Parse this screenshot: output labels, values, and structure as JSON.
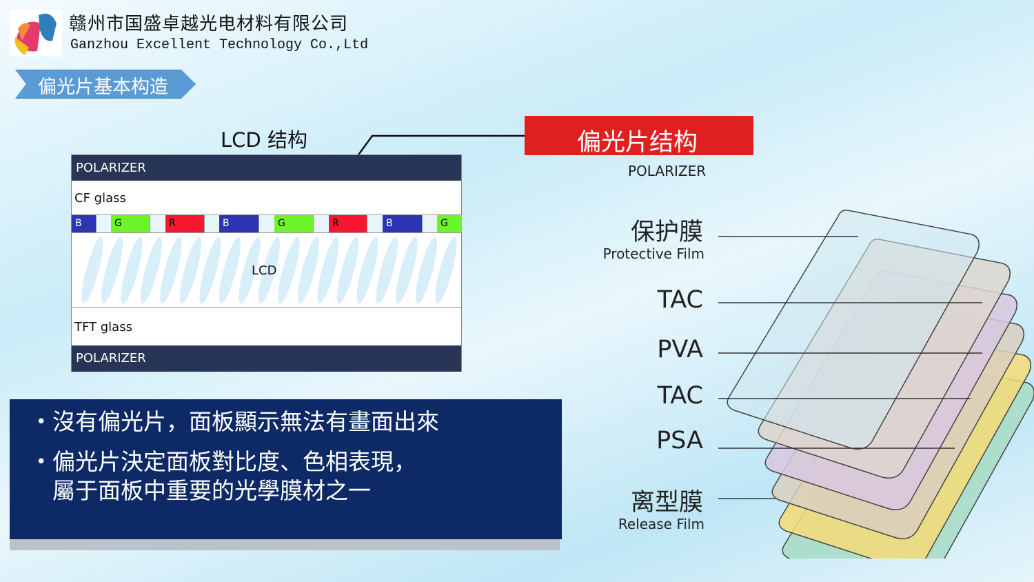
{
  "header": {
    "company_cn": "赣州市国盛卓越光电材料有限公司",
    "company_en": "Ganzhou Excellent Technology Co.,Ltd",
    "section": "偏光片基本构造"
  },
  "lcd": {
    "title": "LCD 结构",
    "top_polarizer": "POLARIZER",
    "cf_glass": "CF glass",
    "filters": [
      "B",
      "G",
      "R",
      "B",
      "G",
      "R",
      "B",
      "G"
    ],
    "lcd_label": "LCD",
    "tft_glass": "TFT glass",
    "bottom_polarizer": "POLARIZER"
  },
  "polarizer": {
    "title": "偏光片结构",
    "subtitle": "POLARIZER",
    "layers": [
      {
        "cn": "保护膜",
        "en": "Protective Film"
      },
      {
        "cn": "TAC"
      },
      {
        "cn": "PVA"
      },
      {
        "cn": "TAC"
      },
      {
        "cn": "PSA"
      },
      {
        "cn": "离型膜",
        "en": "Release Film"
      }
    ],
    "colors": [
      "#cfe8f0",
      "#ddd6cf",
      "#d8c8e0",
      "#d9cfc0",
      "#f5dc78",
      "#a7dcc4"
    ]
  },
  "bullets": [
    "沒有偏光片，面板顯示無法有畫面出來",
    "偏光片決定面板對比度、色相表現，",
    "屬于面板中重要的光學膜材之一"
  ]
}
